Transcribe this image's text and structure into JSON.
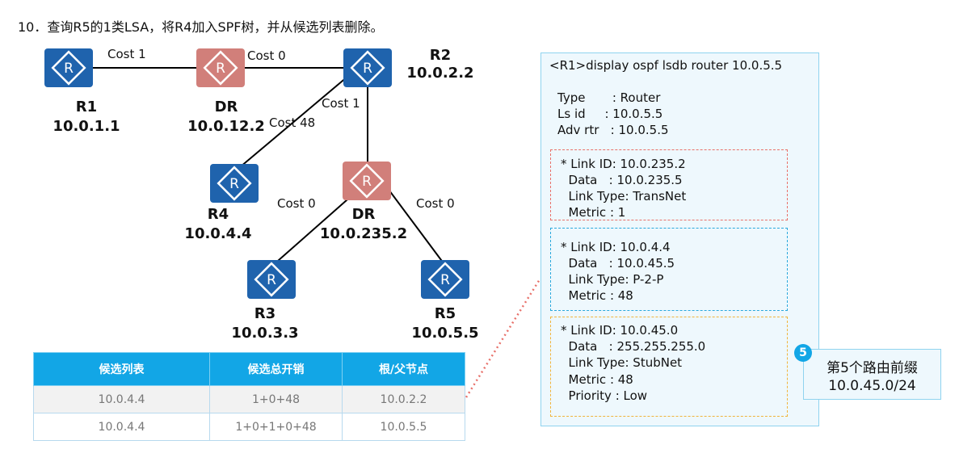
{
  "title": "10．查询R5的1类LSA，将R4加入SPF树，并从候选列表删除。",
  "nodes": [
    {
      "id": "r1",
      "name": "R1",
      "ip": "10.0.1.1",
      "color": "#1f63ad"
    },
    {
      "id": "dr1",
      "name": "DR",
      "ip": "10.0.12.2",
      "color": "#d17f7a"
    },
    {
      "id": "r2",
      "name": "R2",
      "ip": "10.0.2.2",
      "color": "#1f63ad"
    },
    {
      "id": "r4",
      "name": "R4",
      "ip": "10.0.4.4",
      "color": "#1f63ad"
    },
    {
      "id": "dr2",
      "name": "DR",
      "ip": "10.0.235.2",
      "color": "#d17f7a"
    },
    {
      "id": "r3",
      "name": "R3",
      "ip": "10.0.3.3",
      "color": "#1f63ad"
    },
    {
      "id": "r5",
      "name": "R5",
      "ip": "10.0.5.5",
      "color": "#1f63ad"
    }
  ],
  "router_glyph": "R",
  "link_costs": {
    "r1_dr1": "Cost 1",
    "dr1_r2": "Cost 0",
    "r2_dr2": "Cost 1",
    "r2_r4": "Cost 48",
    "dr2_r3": "Cost 0",
    "dr2_r5": "Cost 0"
  },
  "candidate_table": {
    "headers": [
      "候选列表",
      "候选总开销",
      "根/父节点"
    ],
    "rows": [
      [
        "10.0.4.4",
        "1+0+48",
        "10.0.2.2"
      ],
      [
        "10.0.4.4",
        "1+0+1+0+48",
        "10.0.5.5"
      ]
    ]
  },
  "lsdb": {
    "command": "<R1>display ospf lsdb router 10.0.5.5",
    "header_lines": [
      "Type       : Router",
      "Ls id     : 10.0.5.5",
      "Adv rtr   : 10.0.5.5"
    ],
    "links": [
      {
        "lines": [
          "* Link ID: 10.0.235.2",
          "  Data   : 10.0.235.5",
          "  Link Type: TransNet",
          "  Metric : 1"
        ],
        "border_color": "#e8716a"
      },
      {
        "lines": [
          "* Link ID: 10.0.4.4",
          "  Data   : 10.0.45.5",
          "  Link Type: P-2-P",
          "  Metric : 48"
        ],
        "border_color": "#2aa8dc"
      },
      {
        "lines": [
          "* Link ID: 10.0.45.0",
          "  Data   : 255.255.255.0",
          "  Link Type: StubNet",
          "  Metric : 48",
          "  Priority : Low"
        ],
        "border_color": "#f0b43c"
      }
    ]
  },
  "callout": {
    "badge": "5",
    "line1": "第5个路由前缀",
    "line2": "10.0.45.0/24"
  },
  "colors": {
    "accent": "#12a6e6",
    "router_blue": "#1f63ad",
    "dr_red": "#d17f7a",
    "dotted_link": "#e8716a"
  }
}
